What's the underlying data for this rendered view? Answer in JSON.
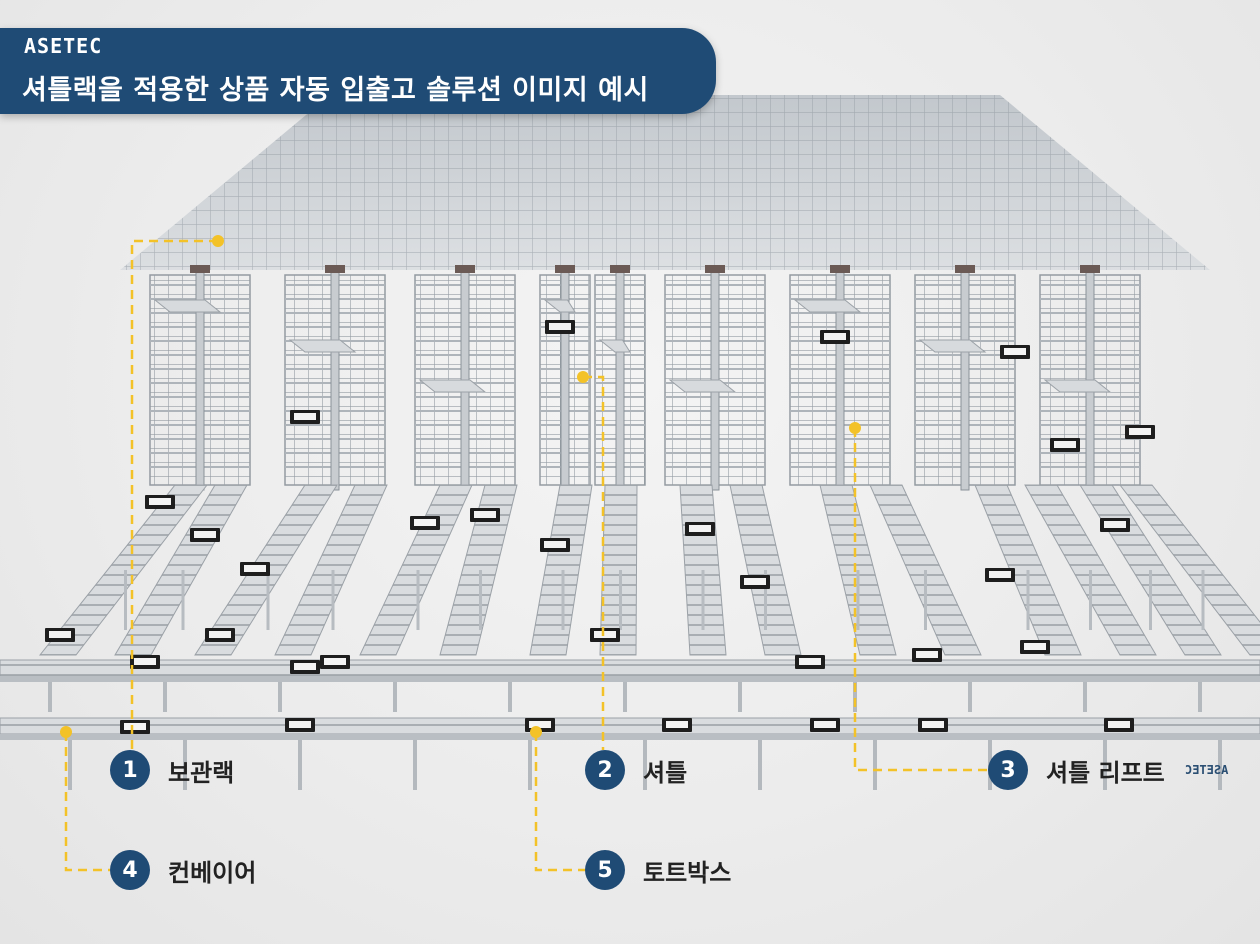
{
  "header": {
    "brand": "ASETEC",
    "title": "셔틀랙을 적용한 상품 자동 입출고 솔루션 이미지 예시"
  },
  "callouts": [
    {
      "number": "1",
      "label": "보관랙"
    },
    {
      "number": "2",
      "label": "셔틀"
    },
    {
      "number": "3",
      "label": "셔틀 리프트"
    },
    {
      "number": "4",
      "label": "컨베이어"
    },
    {
      "number": "5",
      "label": "토트박스"
    }
  ],
  "colors": {
    "banner": "#1f4b75",
    "badge": "#1f4b75",
    "leader_line": "#f3c228",
    "rack": "#9aa3ab"
  },
  "watermark": "ASETEC"
}
